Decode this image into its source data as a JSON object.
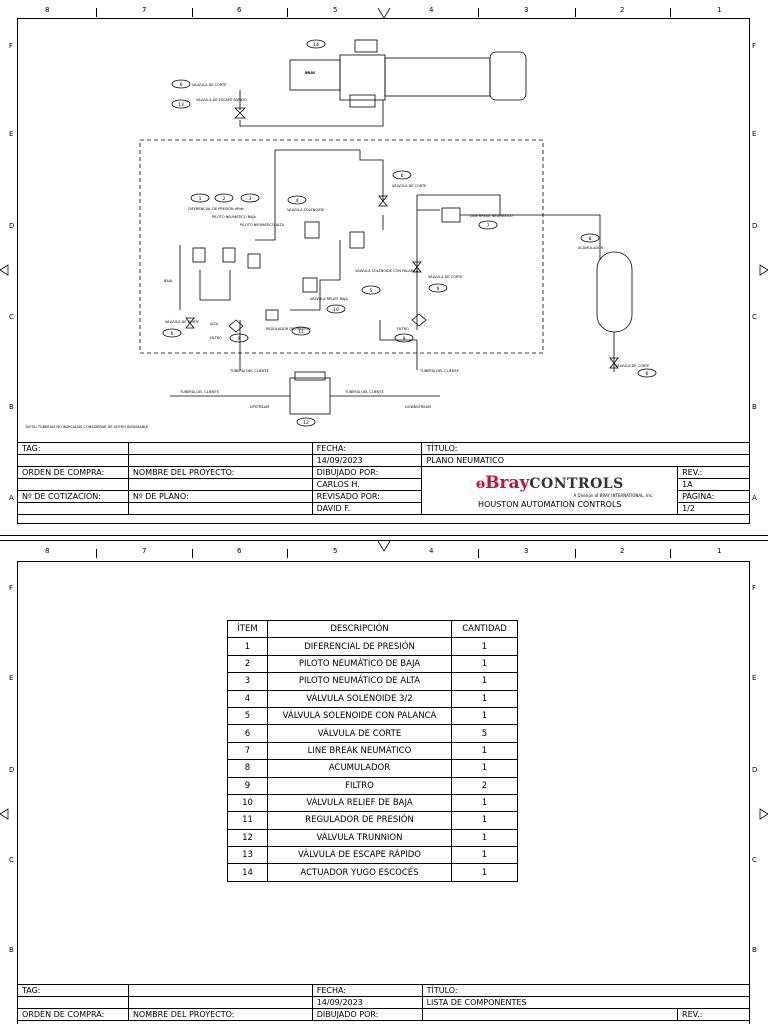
{
  "ruler_numbers": [
    "8",
    "7",
    "6",
    "5",
    "4",
    "3",
    "2",
    "1"
  ],
  "ruler_letters": [
    "F",
    "E",
    "D",
    "C",
    "B",
    "A"
  ],
  "ruler_letters_2": [
    "F",
    "E",
    "D",
    "C",
    "B"
  ],
  "drawing_labels": {
    "callouts": [
      "1",
      "2",
      "3",
      "4",
      "5",
      "6",
      "7",
      "8",
      "9",
      "10",
      "11",
      "12",
      "13",
      "14"
    ],
    "valvula_corte": "VÁLVULA DE CORTE",
    "valvula_escape": "VÁLVULA DE ESCAPE RÁPIDO",
    "diferencial": "DIFERENCIAL DE PRESIÓN dP/dt",
    "piloto_baja": "PILOTO NEUMÁTICO BAJA",
    "piloto_alta": "PILOTO NEUMÁTICO ALTA",
    "solenoide": "VÁLVULA SOLENOIDE",
    "solenoide_palanca": "VÁLVULA SOLENOIDE CON PALANCA",
    "line_break": "LINE BREAK NEUMÁTICO",
    "acumulador": "ACUMULADOR",
    "relief": "VÁLVULA RELIEF BAJA",
    "regulador": "REGULADOR DE PRESIÓN",
    "filtro": "FILTRO",
    "baja": "BAJA",
    "alta": "ALTA",
    "tuberia": "TUBERÍA DEL CLIENTE",
    "upstream": "UPSTREAM",
    "downstream": "DOWNSTREAM",
    "note": "NOTA: TUBERÍAS NO INDICADAS CONSIDERAR DE ACERO INOXIDABLE",
    "actuator_brand": "BRAY"
  },
  "title_block_1": {
    "tag": "TAG:",
    "orden": "ORDEN DE COMPRA:",
    "cotizacion": "Nº DE COTIZACIÓN:",
    "nombre": "NOMBRE DEL PROYECTO:",
    "plano": "Nº DE PLANO:",
    "fecha_label": "FECHA:",
    "fecha": "14/09/2023",
    "dibujado_label": "DIBUJADO POR:",
    "dibujado": "CARLOS H.",
    "revisado_label": "REVISADO POR:",
    "revisado": "DAVID F.",
    "titulo_label": "TÍTULO:",
    "titulo": "PLANO NEUMATICO",
    "brand": "Bray",
    "brand_suffix": "CONTROLS",
    "brand_tagline": "A Division of BRAY INTERNATIONAL, Inc.",
    "company": "HOUSTON AUTOMATION CONTROLS",
    "rev_label": "REV.:",
    "rev": "1A",
    "pagina_label": "PÁGINA:",
    "pagina": "1/2"
  },
  "bom": {
    "headers": [
      "ÍTEM",
      "DESCRIPCIÓN",
      "CANTIDAD"
    ],
    "rows": [
      [
        "1",
        "DIFERENCIAL DE PRESIÓN",
        "1"
      ],
      [
        "2",
        "PILOTO NEUMÁTICO DE BAJA",
        "1"
      ],
      [
        "3",
        "PILOTO NEUMÁTICO DE ALTA",
        "1"
      ],
      [
        "4",
        "VÁLVULA SOLENOIDE 3/2",
        "1"
      ],
      [
        "5",
        "VÁLVULA SOLENOIDE CON PALANCA",
        "1"
      ],
      [
        "6",
        "VÁLVULA DE CORTE",
        "5"
      ],
      [
        "7",
        "LINE BREAK NEUMÁTICO",
        "1"
      ],
      [
        "8",
        "ACUMULADOR",
        "1"
      ],
      [
        "9",
        "FILTRO",
        "2"
      ],
      [
        "10",
        "VÁLVULA RELIEF DE BAJA",
        "1"
      ],
      [
        "11",
        "REGULADOR DE PRESIÓN",
        "1"
      ],
      [
        "12",
        "VÁLVULA TRUNNION",
        "1"
      ],
      [
        "13",
        "VÁLVULA DE ESCAPE RÁPIDO",
        "1"
      ],
      [
        "14",
        "ACTUADOR YUGO ESCOCÉS",
        "1"
      ]
    ]
  },
  "title_block_2": {
    "tag": "TAG:",
    "orden": "ORDEN DE COMPRA:",
    "nombre": "NOMBRE DEL PROYECTO:",
    "fecha_label": "FECHA:",
    "fecha": "14/09/2023",
    "dibujado_label": "DIBUJADO POR:",
    "titulo_label": "TÍTULO:",
    "titulo": "LISTA DE COMPONENTES",
    "rev_label": "REV.:"
  }
}
